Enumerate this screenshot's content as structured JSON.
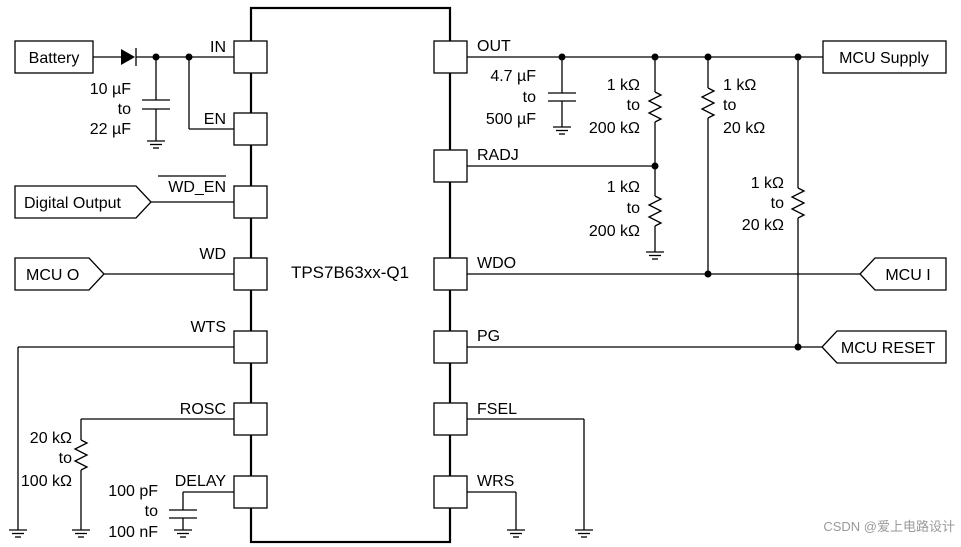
{
  "chip": {
    "name": "TPS7B63xx-Q1",
    "pins_left": {
      "in": "IN",
      "en": "EN",
      "wd_en": "WD_EN",
      "wd": "WD",
      "wts": "WTS",
      "rosc": "ROSC",
      "delay": "DELAY"
    },
    "pins_right": {
      "out": "OUT",
      "radj": "RADJ",
      "wdo": "WDO",
      "pg": "PG",
      "fsel": "FSEL",
      "wrs": "WRS"
    }
  },
  "ports": {
    "battery": "Battery",
    "digital_output": "Digital Output",
    "mcu_o": "MCU O",
    "mcu_supply": "MCU Supply",
    "mcu_i": "MCU I",
    "mcu_reset": "MCU RESET"
  },
  "components": {
    "in_cap": [
      "10 µF",
      "to",
      "22 µF"
    ],
    "out_cap": [
      "4.7 µF",
      "to",
      "500 µF"
    ],
    "radj_top": [
      "1 kΩ",
      "to",
      "200 kΩ"
    ],
    "radj_bottom": [
      "1 kΩ",
      "to",
      "200 kΩ"
    ],
    "wdo_pullup": [
      "1 kΩ",
      "to",
      "20 kΩ"
    ],
    "pg_pullup": [
      "1 kΩ",
      "to",
      "20 kΩ"
    ],
    "rosc_res": [
      "20 kΩ",
      "to",
      "100 kΩ"
    ],
    "delay_cap": [
      "100 pF",
      "to",
      "100 nF"
    ]
  },
  "watermark": "CSDN @爱上电路设计"
}
